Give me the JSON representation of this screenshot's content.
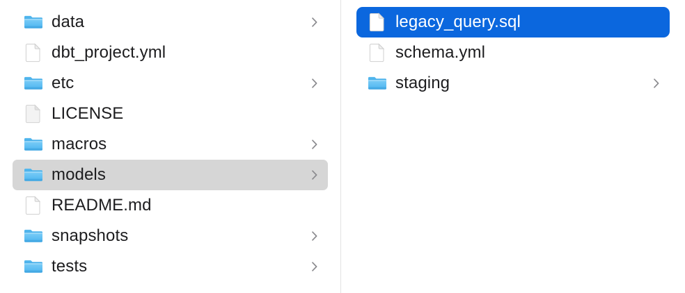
{
  "window": {
    "view": "column",
    "background": "#ffffff",
    "divider_color": "#e3e3e3"
  },
  "colors": {
    "selection_blue": "#0b67de",
    "selection_gray": "#d6d6d6",
    "folder_blue": "#54bdf5",
    "folder_blue_dark": "#3aa7e8",
    "text": "#1d1d1f",
    "text_selected": "#ffffff",
    "chevron_gray": "#8a8a8e"
  },
  "columns": [
    {
      "name": "parent-column",
      "items": [
        {
          "label": "data",
          "kind": "folder",
          "icon": "folder-icon",
          "has_chevron": true,
          "selected": false,
          "selection_style": "none"
        },
        {
          "label": "dbt_project.yml",
          "kind": "file",
          "icon": "document-icon",
          "has_chevron": false,
          "selected": false,
          "selection_style": "none"
        },
        {
          "label": "etc",
          "kind": "folder",
          "icon": "folder-icon",
          "has_chevron": true,
          "selected": false,
          "selection_style": "none"
        },
        {
          "label": "LICENSE",
          "kind": "file-generic",
          "icon": "generic-document-icon",
          "has_chevron": false,
          "selected": false,
          "selection_style": "none"
        },
        {
          "label": "macros",
          "kind": "folder",
          "icon": "folder-icon",
          "has_chevron": true,
          "selected": false,
          "selection_style": "none"
        },
        {
          "label": "models",
          "kind": "folder",
          "icon": "folder-icon",
          "has_chevron": true,
          "selected": true,
          "selection_style": "gray"
        },
        {
          "label": "README.md",
          "kind": "file",
          "icon": "document-icon",
          "has_chevron": false,
          "selected": false,
          "selection_style": "none"
        },
        {
          "label": "snapshots",
          "kind": "folder",
          "icon": "folder-icon",
          "has_chevron": true,
          "selected": false,
          "selection_style": "none"
        },
        {
          "label": "tests",
          "kind": "folder",
          "icon": "folder-icon",
          "has_chevron": true,
          "selected": false,
          "selection_style": "none"
        }
      ]
    },
    {
      "name": "child-column",
      "items": [
        {
          "label": "legacy_query.sql",
          "kind": "file",
          "icon": "document-icon",
          "has_chevron": false,
          "selected": true,
          "selection_style": "blue"
        },
        {
          "label": "schema.yml",
          "kind": "file",
          "icon": "document-icon",
          "has_chevron": false,
          "selected": false,
          "selection_style": "none"
        },
        {
          "label": "staging",
          "kind": "folder",
          "icon": "folder-icon",
          "has_chevron": true,
          "selected": false,
          "selection_style": "none"
        }
      ]
    }
  ]
}
